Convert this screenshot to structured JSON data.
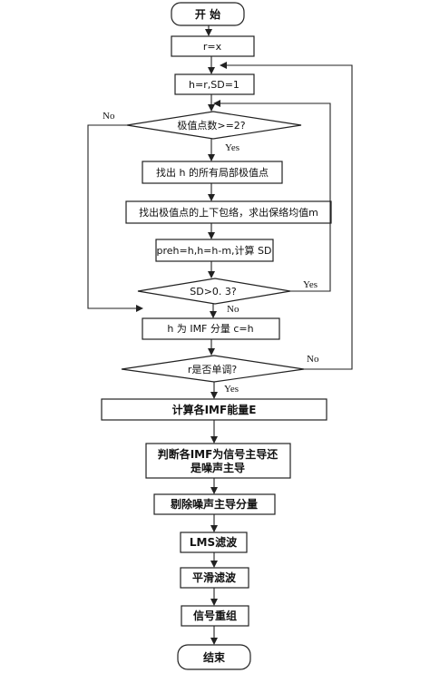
{
  "flowchart": {
    "start": "开 始",
    "init_r": "r=x",
    "init_h": "h=r,SD=1",
    "decision_extrema": "极值点数>=2?",
    "find_extrema": "找出 h 的所有局部极值点",
    "envelope": "找出极值点的上下包络，求出保络均值m",
    "compute": "preh=h,h=h-m,计算 SD",
    "decision_sd": "SD>0. 3?",
    "imf": "h 为 IMF 分量 c=h",
    "decision_mono": "r是否单调?",
    "energy": "计算各IMF能量E",
    "judge_line1": "判断各IMF为信号主导还",
    "judge_line2": "是噪声主导",
    "remove": "剔除噪声主导分量",
    "lms": "LMS滤波",
    "smooth": "平滑滤波",
    "recon": "信号重组",
    "end": "结束",
    "labels": {
      "yes_1": "Yes",
      "no_1": "No",
      "yes_2": "Yes",
      "no_2": "No",
      "yes_3": "Yes",
      "no_3": "No"
    }
  }
}
